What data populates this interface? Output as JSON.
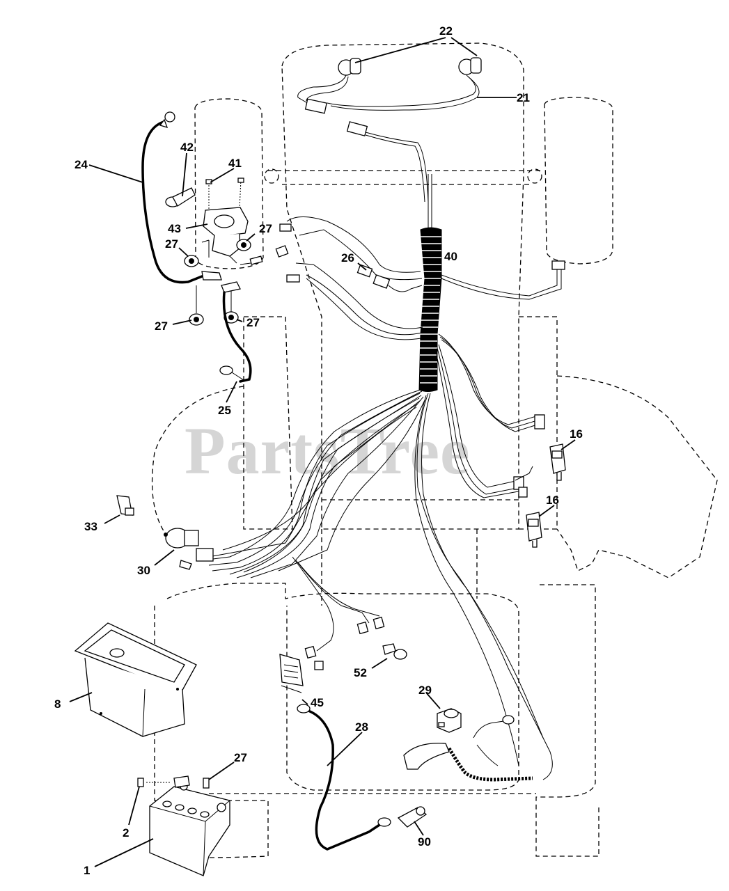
{
  "diagram": {
    "watermark": "PartsTree",
    "callouts": [
      {
        "id": "c22",
        "text": "22"
      },
      {
        "id": "c21",
        "text": "21"
      },
      {
        "id": "c24",
        "text": "24"
      },
      {
        "id": "c42",
        "text": "42"
      },
      {
        "id": "c41",
        "text": "41"
      },
      {
        "id": "c43",
        "text": "43"
      },
      {
        "id": "c27a",
        "text": "27"
      },
      {
        "id": "c27b",
        "text": "27"
      },
      {
        "id": "c27c",
        "text": "27"
      },
      {
        "id": "c27d",
        "text": "27"
      },
      {
        "id": "c26",
        "text": "26"
      },
      {
        "id": "c40",
        "text": "40"
      },
      {
        "id": "c25",
        "text": "25"
      },
      {
        "id": "c16a",
        "text": "16"
      },
      {
        "id": "c16b",
        "text": "16"
      },
      {
        "id": "c33",
        "text": "33"
      },
      {
        "id": "c30",
        "text": "30"
      },
      {
        "id": "c8",
        "text": "8"
      },
      {
        "id": "c52",
        "text": "52"
      },
      {
        "id": "c45",
        "text": "45"
      },
      {
        "id": "c28",
        "text": "28"
      },
      {
        "id": "c29",
        "text": "29"
      },
      {
        "id": "c27e",
        "text": "27"
      },
      {
        "id": "c2",
        "text": "2"
      },
      {
        "id": "c1",
        "text": "1"
      },
      {
        "id": "c90",
        "text": "90"
      }
    ]
  }
}
